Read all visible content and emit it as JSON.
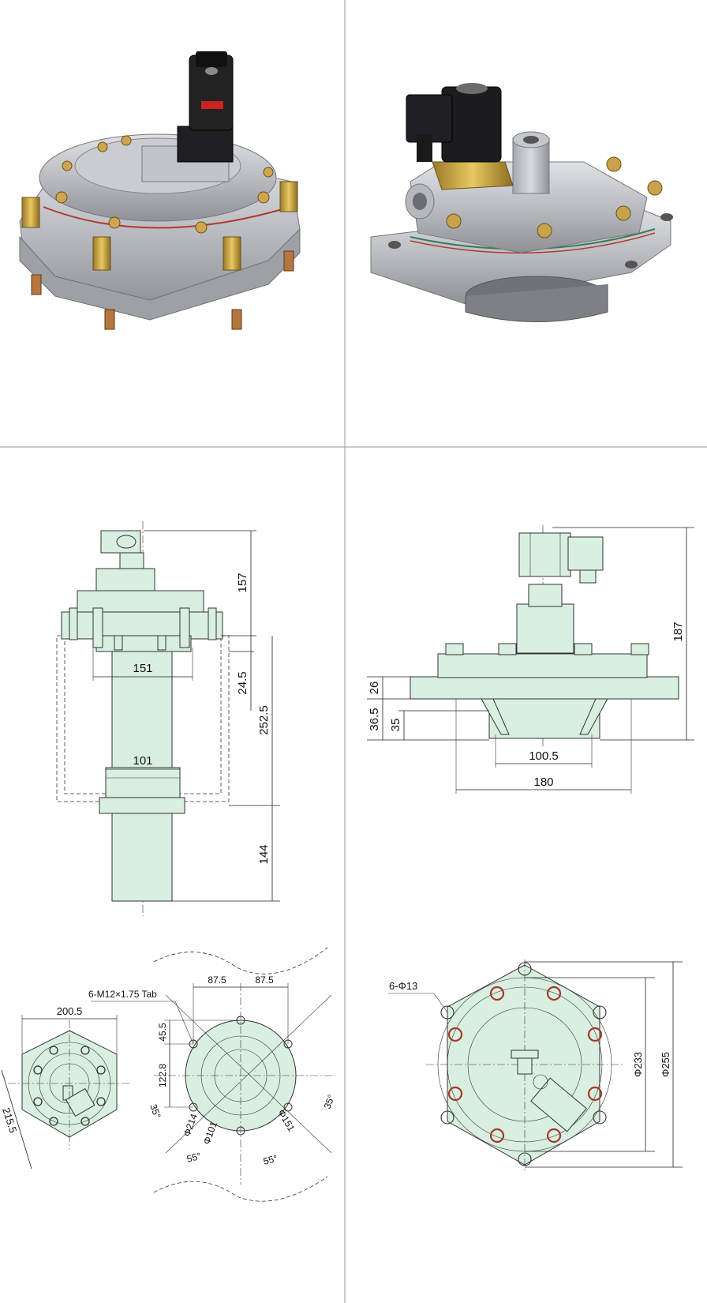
{
  "photos": {
    "left_valve": "pulse valve with submerged diaphragm and bolted flange",
    "right_valve": "pulse valve with coil connector and brass fitting"
  },
  "drawing_left_side": {
    "labels": [
      "157",
      "24.5",
      "252.5",
      "144",
      "151",
      "101"
    ]
  },
  "drawing_right_side": {
    "labels": [
      "187",
      "26",
      "36.5",
      "35",
      "100.5",
      "180"
    ]
  },
  "drawing_left_bottom": {
    "small_view_labels": [
      "200.5",
      "215.5"
    ],
    "flange_labels": [
      "6-M12×1.75 Tab",
      "87.5",
      "87.5",
      "45.5",
      "122.8",
      "35°",
      "35°",
      "Φ214",
      "Φ101",
      "Φ151",
      "55°",
      "55°"
    ]
  },
  "drawing_right_bottom": {
    "labels": [
      "6-Φ13",
      "Φ233",
      "Φ255"
    ]
  },
  "colors": {
    "part_fill": "#d9efe1",
    "oring": "#a33a2a",
    "grid_line": "#999999",
    "metal": "#b8bcc0"
  }
}
